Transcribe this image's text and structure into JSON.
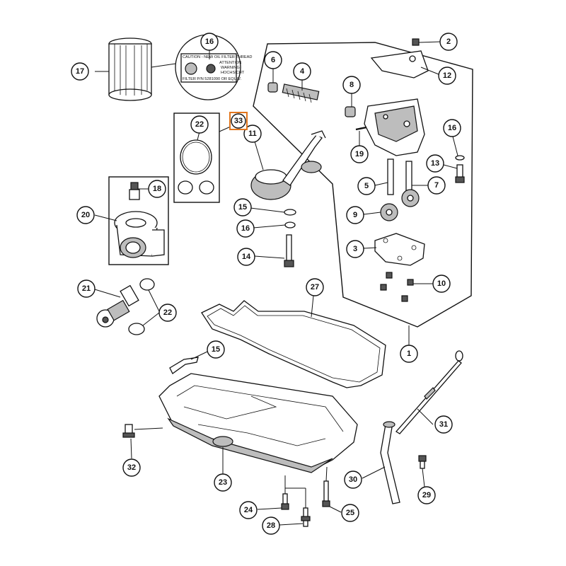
{
  "diagram": {
    "callouts": [
      {
        "id": "c1",
        "label": "1"
      },
      {
        "id": "c2",
        "label": "2"
      },
      {
        "id": "c3",
        "label": "3"
      },
      {
        "id": "c4",
        "label": "4"
      },
      {
        "id": "c5",
        "label": "5"
      },
      {
        "id": "c6",
        "label": "6"
      },
      {
        "id": "c7",
        "label": "7"
      },
      {
        "id": "c8",
        "label": "8"
      },
      {
        "id": "c9",
        "label": "9"
      },
      {
        "id": "c10",
        "label": "10"
      },
      {
        "id": "c11",
        "label": "11"
      },
      {
        "id": "c12",
        "label": "12"
      },
      {
        "id": "c13",
        "label": "13"
      },
      {
        "id": "c14",
        "label": "14"
      },
      {
        "id": "c15a",
        "label": "15"
      },
      {
        "id": "c15b",
        "label": "15"
      },
      {
        "id": "c16a",
        "label": "16"
      },
      {
        "id": "c16b",
        "label": "16"
      },
      {
        "id": "c16c",
        "label": "16"
      },
      {
        "id": "c17",
        "label": "17"
      },
      {
        "id": "c18",
        "label": "18"
      },
      {
        "id": "c19",
        "label": "19"
      },
      {
        "id": "c20",
        "label": "20"
      },
      {
        "id": "c21",
        "label": "21"
      },
      {
        "id": "c22a",
        "label": "22"
      },
      {
        "id": "c22b",
        "label": "22"
      },
      {
        "id": "c23",
        "label": "23"
      },
      {
        "id": "c24",
        "label": "24"
      },
      {
        "id": "c25",
        "label": "25"
      },
      {
        "id": "c27",
        "label": "27"
      },
      {
        "id": "c28",
        "label": "28"
      },
      {
        "id": "c29",
        "label": "29"
      },
      {
        "id": "c30",
        "label": "30"
      },
      {
        "id": "c31",
        "label": "31"
      },
      {
        "id": "c32",
        "label": "32"
      },
      {
        "id": "c33",
        "label": "33"
      }
    ],
    "highlight_color": "#e2761d",
    "filter_label": {
      "line1": "CAUTION - NEW OIL FILTER THREAD",
      "line2": "ATTENTION",
      "line3": "WARNING",
      "line4": "HOCHSICHT",
      "line5": "FILTER P/N 5281090 OR EQUIV."
    }
  }
}
